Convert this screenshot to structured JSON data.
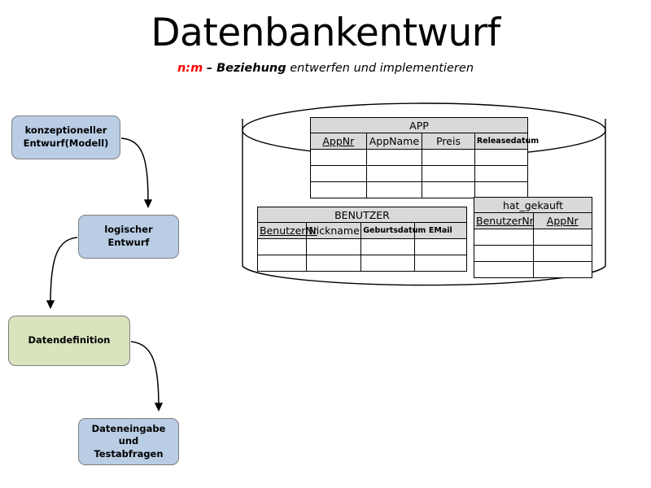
{
  "slide": {
    "title": "Datenbankentwurf",
    "subtitle": {
      "highlight": "n:m",
      "bold_part": "– Beziehung",
      "rest": "entwerfen und implementieren"
    }
  },
  "colors": {
    "accent_red": "#ff0000",
    "box_blue": "#b9cde5",
    "box_green": "#d9e3bd",
    "table_header_gray": "#d9d9d9",
    "box_border_gray": "#7f7f7f",
    "line_black": "#000000"
  },
  "flow": {
    "steps": [
      {
        "id": "konzept",
        "label_line1": "konzeptioneller",
        "label_line2": "Entwurf(Modell)",
        "fill": "#b9cde5"
      },
      {
        "id": "logisch",
        "label_line1": "logischer Entwurf",
        "label_line2": "",
        "fill": "#b9cde5"
      },
      {
        "id": "datendef",
        "label_line1": "Datendefinition",
        "label_line2": "",
        "fill": "#d9e3bd"
      },
      {
        "id": "eingabe",
        "label_line1": "Dateneingabe und",
        "label_line2": "Testabfragen",
        "fill": "#b9cde5"
      }
    ]
  },
  "database": {
    "shape": "cylinder",
    "tables": [
      {
        "id": "app",
        "name": "APP",
        "columns": [
          {
            "label": "AppNr",
            "primary_key": true,
            "small": false
          },
          {
            "label": "AppName",
            "primary_key": false,
            "small": false
          },
          {
            "label": "Preis",
            "primary_key": false,
            "small": false
          },
          {
            "label": "Releasedatum",
            "primary_key": false,
            "small": true
          }
        ],
        "empty_rows": 3
      },
      {
        "id": "benutzer",
        "name": "BENUTZER",
        "columns": [
          {
            "label": "BenutzerNr",
            "primary_key": true,
            "small": false
          },
          {
            "label": "Nickname",
            "primary_key": false,
            "small": false
          },
          {
            "label": "Geburtsdatum",
            "primary_key": false,
            "small": true
          },
          {
            "label": "EMail",
            "primary_key": false,
            "small": true
          }
        ],
        "empty_rows": 2
      },
      {
        "id": "hat_gekauft",
        "name": "hat_gekauft",
        "columns": [
          {
            "label": "BenutzerNr",
            "primary_key": true,
            "small": false
          },
          {
            "label": "AppNr",
            "primary_key": true,
            "small": false
          }
        ],
        "empty_rows": 3
      }
    ]
  }
}
